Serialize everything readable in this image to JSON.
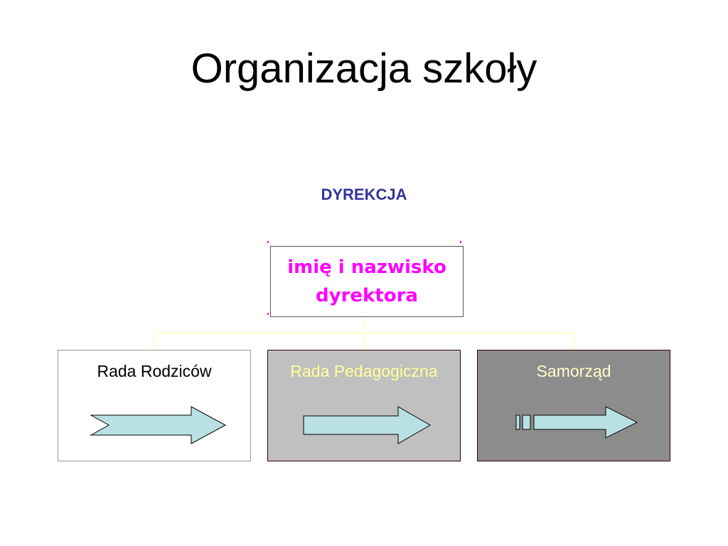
{
  "slide": {
    "title": "Organizacja szkoły",
    "section_label": "DYREKCJA",
    "head": {
      "line1": "imię i nazwisko",
      "line2": "dyrektora"
    },
    "units": [
      {
        "label": "Rada Rodziców"
      },
      {
        "label": "Rada Pedagogiczna"
      },
      {
        "label": "Samorząd"
      }
    ]
  },
  "colors": {
    "section_label": "#333399",
    "head_text": "#ff00ff",
    "head_ticks": "#ff00ff",
    "connector": "#ffffcc",
    "unit1_bg": "#ffffff",
    "unit1_text": "#000000",
    "unit2_bg": "#c0c0c0",
    "unit2_text": "#ffff99",
    "unit3_bg": "#8c8c8c",
    "unit3_text": "#ffffcc",
    "arrow_fill": "#b9e0e3"
  }
}
